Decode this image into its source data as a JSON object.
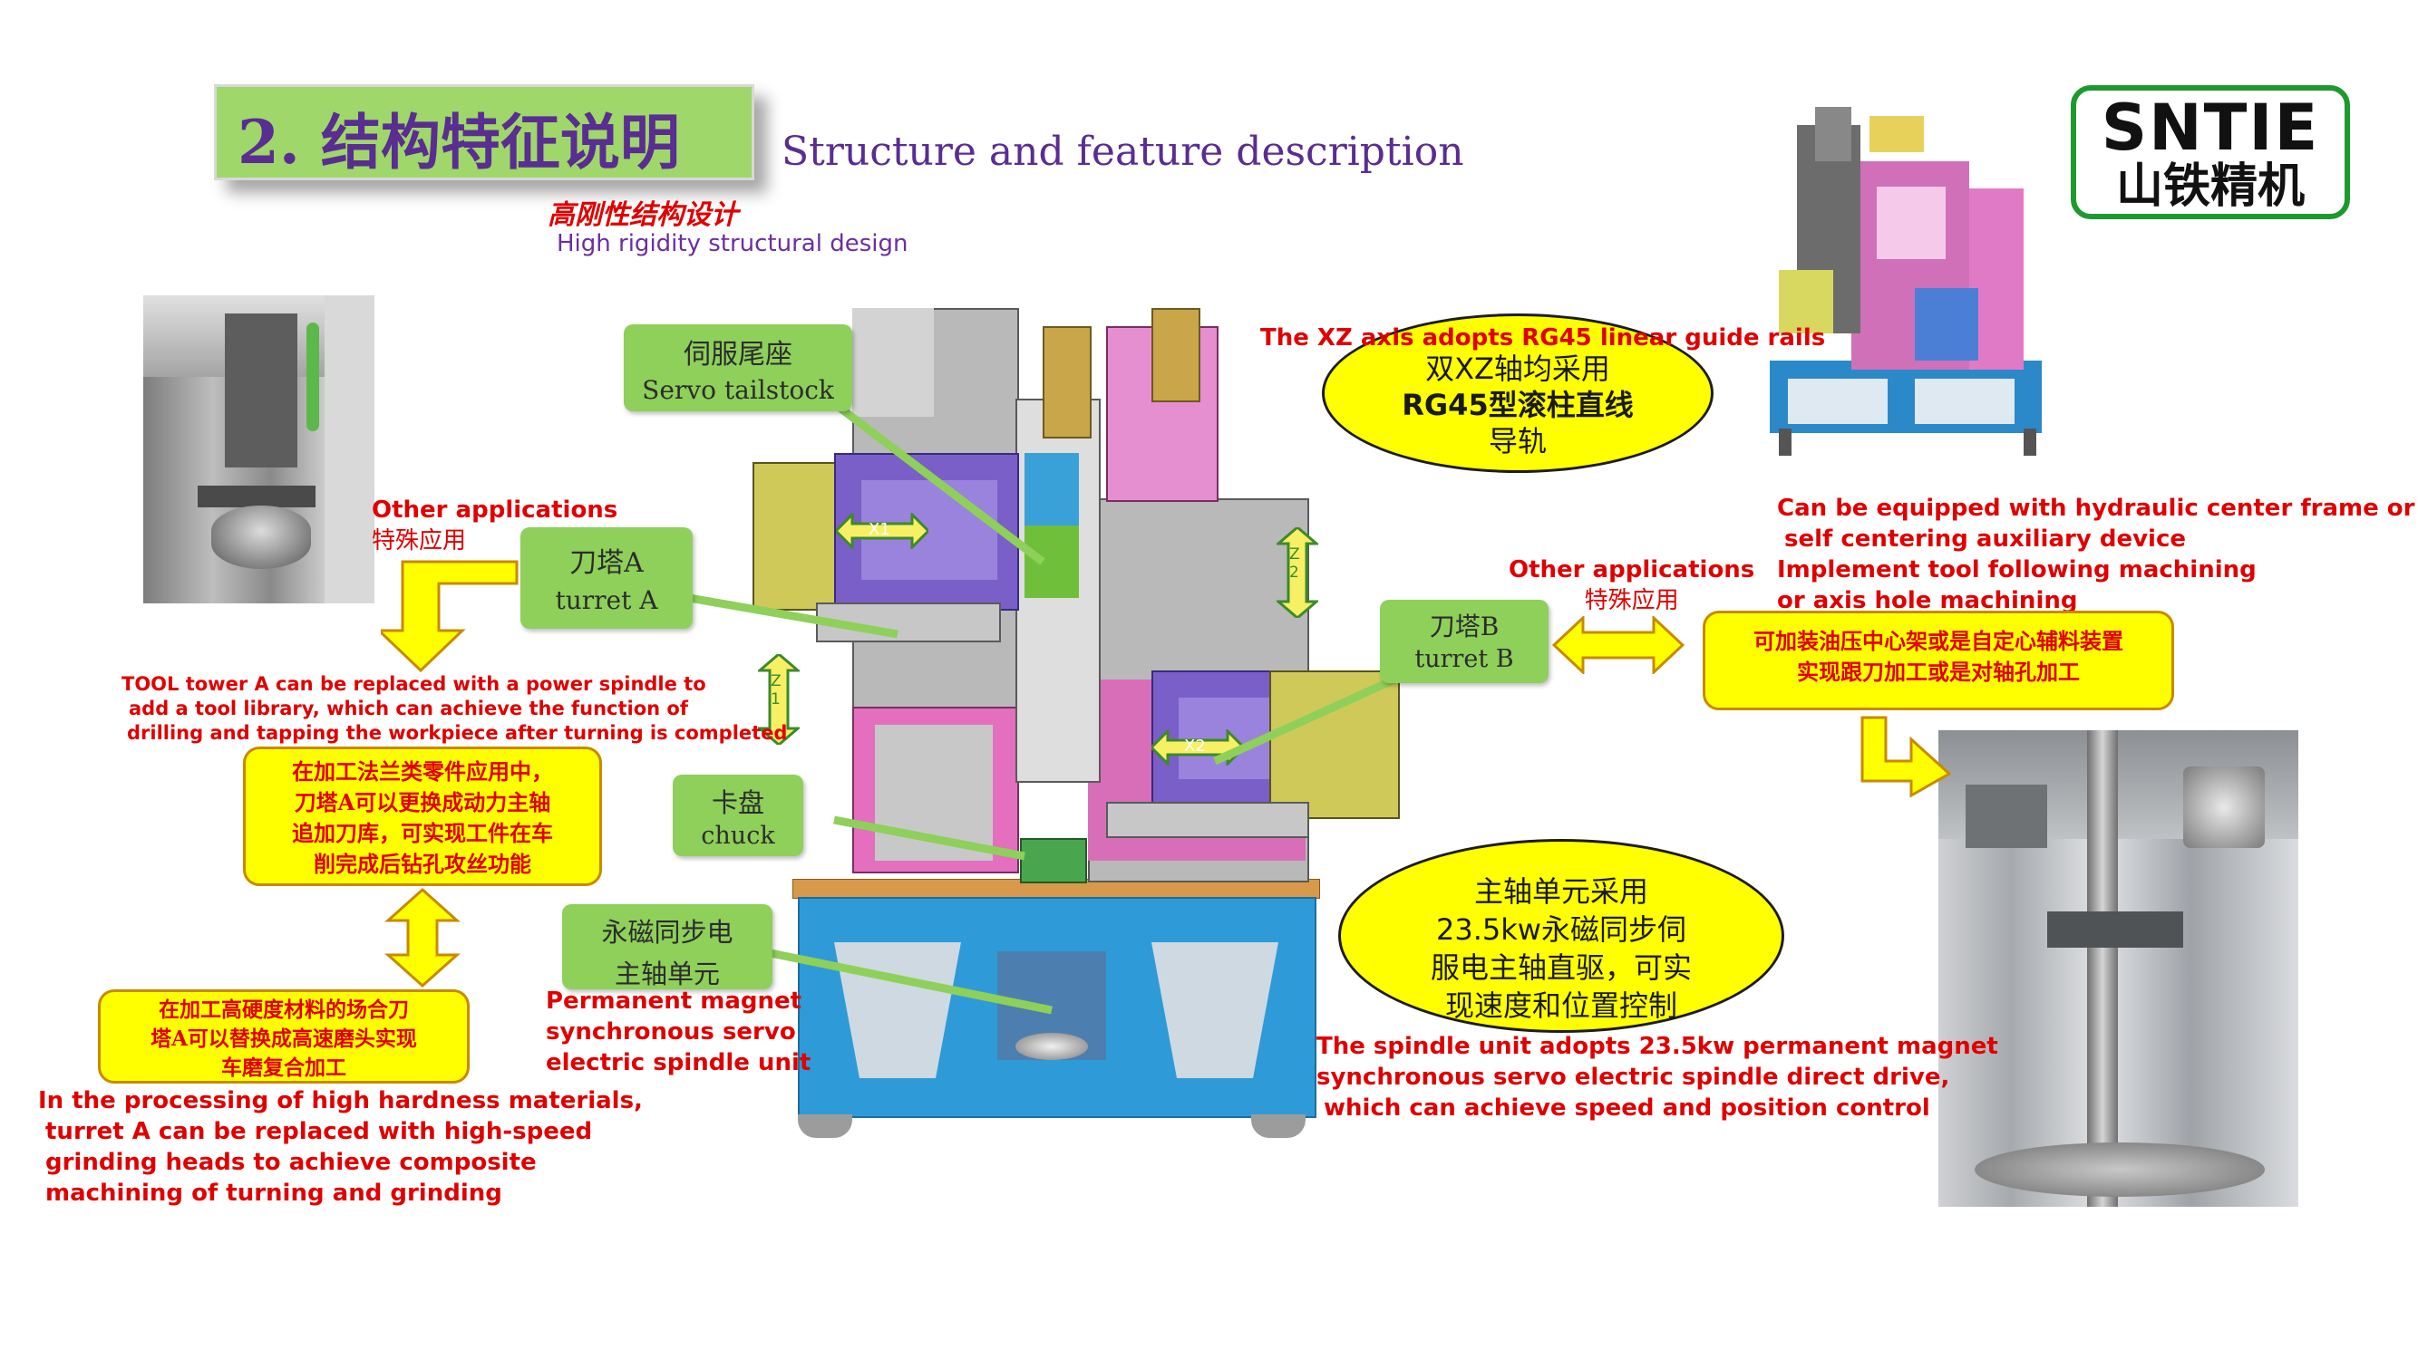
{
  "header": {
    "section_title_cn": "2. 结构特征说明",
    "section_title_en": "Structure and feature description",
    "subtitle_cn": "高刚性结构设计",
    "subtitle_en": "High rigidity structural design"
  },
  "logo": {
    "brand_en": "SNTIE",
    "brand_cn": "山铁精机",
    "color": "#1d9a2e"
  },
  "left": {
    "other_apps_en": "Other applications",
    "other_apps_cn": "特殊应用",
    "tool_tower_en_1": "TOOL tower A can be replaced with a power spindle to",
    "tool_tower_en_2": "add a tool library, which can achieve the function of",
    "tool_tower_en_3": "drilling and tapping the workpiece after turning is completed",
    "box1_line1": "在加工法兰类零件应用中，",
    "box1_line2": "刀塔A可以更换成动力主轴",
    "box1_line3": "追加刀库，可实现工件在车",
    "box1_line4": "削完成后钻孔攻丝功能",
    "box2_line1": "在加工高硬度材料的场合刀",
    "box2_line2": "塔A可以替换成高速磨头实现",
    "box2_line3": "车磨复合加工",
    "grind_en_1": "In the processing of high hardness materials,",
    "grind_en_2": "turret A can be replaced with high-speed",
    "grind_en_3": "grinding heads to achieve composite",
    "grind_en_4": "machining of turning and grinding"
  },
  "labels": {
    "tailstock_cn": "伺服尾座",
    "tailstock_en": "Servo tailstock",
    "turretA_cn": "刀塔A",
    "turretA_en": "turret  A",
    "turretB_cn": "刀塔B",
    "turretB_en": "turret  B",
    "chuck_cn": "卡盘",
    "chuck_en": "chuck",
    "spindle_cn_1": "永磁同步电",
    "spindle_cn_2": "主轴单元",
    "spindle_en_1": "Permanent magnet",
    "spindle_en_2": "synchronous servo",
    "spindle_en_3": "electric spindle unit",
    "axis_x1": "X1",
    "axis_x2": "X2",
    "axis_z1": "Z1",
    "axis_z2": "Z2"
  },
  "right": {
    "rails_en": "The XZ axis adopts RG45 linear guide rails",
    "rails_cn_1": "双XZ轴均采用",
    "rails_cn_2": "RG45型滚柱直线",
    "rails_cn_3": "导轨",
    "hydraulic_en_1": "Can be equipped with hydraulic center frame or",
    "hydraulic_en_2": "self centering auxiliary device",
    "hydraulic_en_3": "Implement tool following machining",
    "hydraulic_en_4": "or axis hole machining",
    "other_apps_en": "Other applications",
    "other_apps_cn": "特殊应用",
    "box_line1": "可加装油压中心架或是自定心辅料装置",
    "box_line2": "实现跟刀加工或是对轴孔加工",
    "spindle_cn_1": "主轴单元采用",
    "spindle_cn_2": "23.5kw永磁同步伺",
    "spindle_cn_3": "服电主轴直驱，可实",
    "spindle_cn_4": "现速度和位置控制",
    "spindle_en_1": "The spindle unit adopts 23.5kw permanent magnet",
    "spindle_en_2": "synchronous servo electric spindle direct drive,",
    "spindle_en_3": "which can achieve speed and position control"
  },
  "colors": {
    "label_green": "#8ed05a",
    "callout_yellow": "#ffff00",
    "text_red": "#e00000",
    "title_purple": "#5a2d91"
  }
}
